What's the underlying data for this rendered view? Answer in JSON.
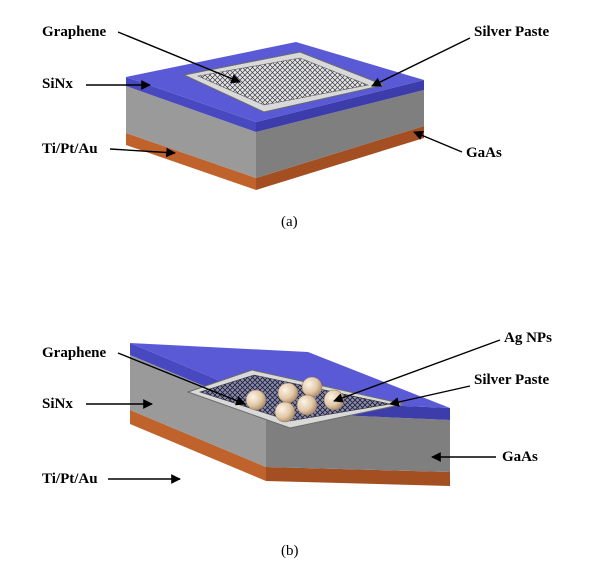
{
  "panels": [
    {
      "id": "a",
      "caption": "(a)",
      "labels": {
        "graphene": "Graphene",
        "silver_paste": "Silver Paste",
        "sinx": "SiNx",
        "gaas": "GaAs",
        "contact": "Ti/Pt/Au"
      }
    },
    {
      "id": "b",
      "caption": "(b)",
      "labels": {
        "graphene": "Graphene",
        "ag_nps": "Ag NPs",
        "silver_paste": "Silver Paste",
        "sinx": "SiNx",
        "gaas": "GaAs",
        "contact": "Ti/Pt/Au"
      }
    }
  ],
  "colors": {
    "sinx_top": "#5a5ad6",
    "sinx_front": "#4848c0",
    "sinx_side": "#3c3cab",
    "gaas_front": "#9a9a9a",
    "gaas_side": "#7f7f7f",
    "contact_front": "#c0622c",
    "contact_side": "#a34f22",
    "paste": "#d9d9d9",
    "graphene_mesh": "#2b2b3a",
    "nanoparticle": "#e8d2b8"
  }
}
